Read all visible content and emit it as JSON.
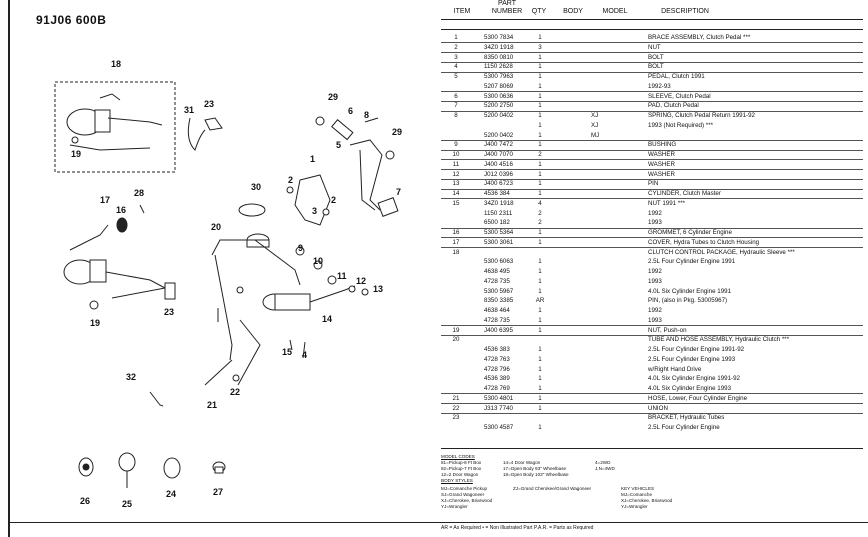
{
  "page_code": "91J06 600B",
  "table": {
    "headers": {
      "item": "ITEM",
      "part_number": "PART\nNUMBER",
      "qty": "QTY",
      "body": "BODY",
      "model": "MODEL",
      "description": "DESCRIPTION"
    },
    "rows": [
      {
        "item": "1",
        "part": "5300 7834",
        "qty": "1",
        "model": "",
        "desc": "BRACE ASSEMBLY, Clutch Pedal ***"
      },
      {
        "item": "2",
        "part": "34Z0 1918",
        "qty": "3",
        "model": "",
        "desc": "NUT"
      },
      {
        "item": "3",
        "part": "8350 0810",
        "qty": "1",
        "model": "",
        "desc": "BOLT"
      },
      {
        "item": "4",
        "part": "1150 2628",
        "qty": "1",
        "model": "",
        "desc": "BOLT"
      },
      {
        "item": "5",
        "part": "5300 7963",
        "qty": "1",
        "model": "",
        "desc": "PEDAL, Clutch 1991"
      },
      {
        "item": "",
        "part": "5207 8069",
        "qty": "1",
        "model": "",
        "desc": "1992-93"
      },
      {
        "item": "6",
        "part": "5300 0636",
        "qty": "1",
        "model": "",
        "desc": "SLEEVE, Clutch Pedal"
      },
      {
        "item": "7",
        "part": "5200 2750",
        "qty": "1",
        "model": "",
        "desc": "PAD, Clutch Pedal"
      },
      {
        "item": "8",
        "part": "5200 0402",
        "qty": "1",
        "model": "XJ",
        "desc": "SPRING, Clutch Pedal Return 1991-92"
      },
      {
        "item": "",
        "part": "",
        "qty": "1",
        "model": "XJ",
        "desc": "1993 (Not Required) ***"
      },
      {
        "item": "",
        "part": "5200 0402",
        "qty": "1",
        "model": "MJ",
        "desc": ""
      },
      {
        "item": "9",
        "part": "J400 7472",
        "qty": "1",
        "model": "",
        "desc": "BUSHING"
      },
      {
        "item": "10",
        "part": "J400 7070",
        "qty": "2",
        "model": "",
        "desc": "WASHER"
      },
      {
        "item": "11",
        "part": "J400 4516",
        "qty": "1",
        "model": "",
        "desc": "WASHER"
      },
      {
        "item": "12",
        "part": "J012 0396",
        "qty": "1",
        "model": "",
        "desc": "WASHER"
      },
      {
        "item": "13",
        "part": "J400 6723",
        "qty": "1",
        "model": "",
        "desc": "PIN"
      },
      {
        "item": "14",
        "part": "4536 384",
        "qty": "1",
        "model": "",
        "desc": "CYLINDER, Clutch Master"
      },
      {
        "item": "15",
        "part": "34Z0 1918",
        "qty": "4",
        "model": "",
        "desc": "NUT 1991 ***"
      },
      {
        "item": "",
        "part": "1150 2311",
        "qty": "2",
        "model": "",
        "desc": "1992"
      },
      {
        "item": "",
        "part": "6500 182",
        "qty": "2",
        "model": "",
        "desc": "1993"
      },
      {
        "item": "16",
        "part": "5300 5364",
        "qty": "1",
        "model": "",
        "desc": "GROMMET, 6 Cylinder Engine"
      },
      {
        "item": "17",
        "part": "5300 3061",
        "qty": "1",
        "model": "",
        "desc": "COVER, Hydra Tubes to Clutch Housing"
      },
      {
        "item": "18",
        "part": "",
        "qty": "",
        "model": "",
        "desc": "CLUTCH CONTROL PACKAGE, Hydraulic Sleeve ***"
      },
      {
        "item": "",
        "part": "5300 6063",
        "qty": "1",
        "model": "",
        "desc": "2.5L Four Cylinder Engine 1991"
      },
      {
        "item": "",
        "part": "4638 495",
        "qty": "1",
        "model": "",
        "desc": "1992"
      },
      {
        "item": "",
        "part": "4728 735",
        "qty": "1",
        "model": "",
        "desc": "1993"
      },
      {
        "item": "",
        "part": "5300 5967",
        "qty": "1",
        "model": "",
        "desc": "4.0L Six Cylinder Engine 1991"
      },
      {
        "item": "",
        "part": "8350 3385",
        "qty": "AR",
        "model": "",
        "desc": "PIN, (also in Pkg. 53005967)"
      },
      {
        "item": "",
        "part": "4638 464",
        "qty": "1",
        "model": "",
        "desc": "1992"
      },
      {
        "item": "",
        "part": "4728 735",
        "qty": "1",
        "model": "",
        "desc": "1993"
      },
      {
        "item": "19",
        "part": "J400 6395",
        "qty": "1",
        "model": "",
        "desc": "NUT, Push-on"
      },
      {
        "item": "20",
        "part": "",
        "qty": "",
        "model": "",
        "desc": "TUBE AND HOSE ASSEMBLY, Hydraulic Clutch ***"
      },
      {
        "item": "",
        "part": "4536 383",
        "qty": "1",
        "model": "",
        "desc": "2.5L Four Cylinder Engine 1991-92"
      },
      {
        "item": "",
        "part": "4728 763",
        "qty": "1",
        "model": "",
        "desc": "2.5L Four Cylinder Engine 1993"
      },
      {
        "item": "",
        "part": "4728 796",
        "qty": "1",
        "model": "",
        "desc": "w/Right Hand Drive"
      },
      {
        "item": "",
        "part": "4536 389",
        "qty": "1",
        "model": "",
        "desc": "4.0L Six Cylinder Engine 1991-92"
      },
      {
        "item": "",
        "part": "4728 769",
        "qty": "1",
        "model": "",
        "desc": "4.0L Six Cylinder Engine 1993"
      },
      {
        "item": "21",
        "part": "5300 4801",
        "qty": "1",
        "model": "",
        "desc": "HOSE, Lower, Four Cylinder Engine"
      },
      {
        "item": "22",
        "part": "J313 7740",
        "qty": "1",
        "model": "",
        "desc": "UNION"
      },
      {
        "item": "23",
        "part": "",
        "qty": "",
        "model": "",
        "desc": "BRACKET, Hydraulic Tubes"
      },
      {
        "item": "",
        "part": "5300 4587",
        "qty": "1",
        "model": "",
        "desc": "2.5L Four Cylinder Engine"
      }
    ]
  },
  "codes": {
    "model_title": "MODEL CODES",
    "model_codes": [
      "81=Pickup-8 Ft Box",
      "82=Pickup-7 Ft Box",
      "12=2 Door Wagon",
      "14=4 Door Wagon",
      "17=Open Body 93\" Wheelbase",
      "18=Open Body 103\" Wheelbase",
      "4=2WD",
      "J,N=4WD"
    ],
    "body_title": "BODY STYLES",
    "body_styles": [
      "MJ=Comanche Pickup",
      "SJ=Grand Wagoneer",
      "XJ=Cherokee, Briarwood",
      "YJ=Wrangler",
      "ZJ=Grand Cherokee/Grand Wagoneer",
      "KEY VEHICLES",
      "MJ=Comanche",
      "XJ=Cherokee, Briarwood",
      "YJ=Wrangler"
    ]
  },
  "legend": "AR = As Required   • = Non Illustrated Part   P.A.R. = Parts as Required",
  "diagram": {
    "callouts": [
      "18",
      "19",
      "31",
      "23",
      "17",
      "16",
      "28",
      "30",
      "20",
      "29",
      "6",
      "8",
      "29",
      "5",
      "1",
      "2",
      "3",
      "2",
      "7",
      "9",
      "10",
      "11",
      "12",
      "13",
      "14",
      "15",
      "4",
      "19",
      "23",
      "22",
      "21",
      "32",
      "26",
      "25",
      "24",
      "27"
    ]
  }
}
